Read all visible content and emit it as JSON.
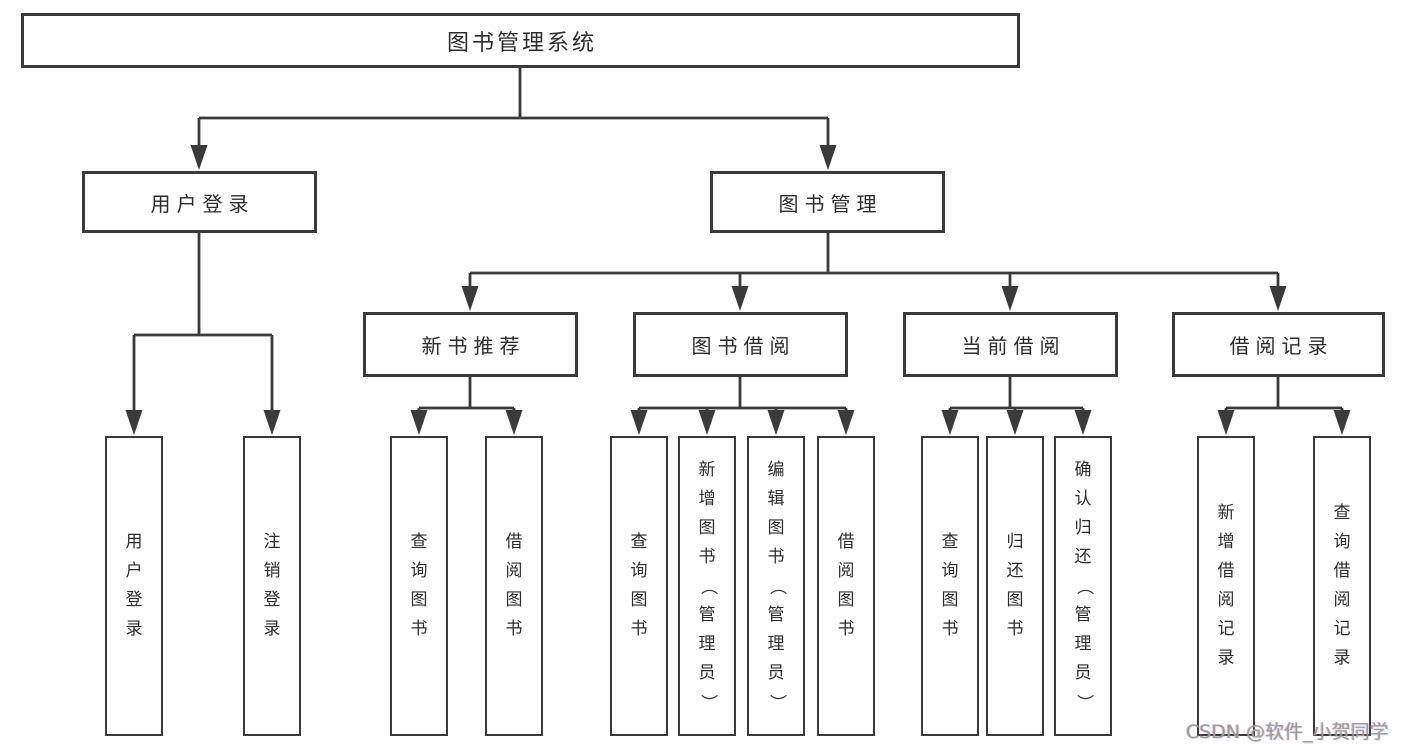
{
  "diagram": {
    "title": "图书管理系统",
    "watermark": "CSDN @软件_小贺同学",
    "colors": {
      "line": "#3a3a3a",
      "box_border": "#3a3a3a",
      "text": "#2d2d2d",
      "background": "#ffffff",
      "watermark_text": "#9b9ba3"
    },
    "nodes": {
      "root": {
        "label": "图书管理系统",
        "children": [
          "user_login",
          "book_mgmt"
        ]
      },
      "user_login": {
        "label": "用户登录",
        "children": [
          "leaf_user_login",
          "leaf_logout"
        ]
      },
      "book_mgmt": {
        "label": "图书管理",
        "children": [
          "new_book_rec",
          "book_borrow",
          "current_borrow",
          "borrow_record"
        ]
      },
      "new_book_rec": {
        "label": "新书推荐",
        "children": [
          "nb_query",
          "nb_borrow"
        ]
      },
      "book_borrow": {
        "label": "图书借阅",
        "children": [
          "bb_query",
          "bb_add",
          "bb_edit",
          "bb_borrow"
        ]
      },
      "current_borrow": {
        "label": "当前借阅",
        "children": [
          "cb_query",
          "cb_return",
          "cb_confirm"
        ]
      },
      "borrow_record": {
        "label": "借阅记录",
        "children": [
          "br_add",
          "br_query"
        ]
      },
      "leaf_user_login": {
        "label": "用户登录",
        "children": []
      },
      "leaf_logout": {
        "label": "注销登录",
        "children": []
      },
      "nb_query": {
        "label": "查询图书",
        "children": []
      },
      "nb_borrow": {
        "label": "借阅图书",
        "children": []
      },
      "bb_query": {
        "label": "查询图书",
        "children": []
      },
      "bb_add": {
        "label": "新增图书（管理员）",
        "children": []
      },
      "bb_edit": {
        "label": "编辑图书（管理员）",
        "children": []
      },
      "bb_borrow": {
        "label": "借阅图书",
        "children": []
      },
      "cb_query": {
        "label": "查询图书",
        "children": []
      },
      "cb_return": {
        "label": "归还图书",
        "children": []
      },
      "cb_confirm": {
        "label": "确认归还（管理员）",
        "children": []
      },
      "br_add": {
        "label": "新增借阅记录",
        "children": []
      },
      "br_query": {
        "label": "查询借阅记录",
        "children": []
      }
    }
  }
}
